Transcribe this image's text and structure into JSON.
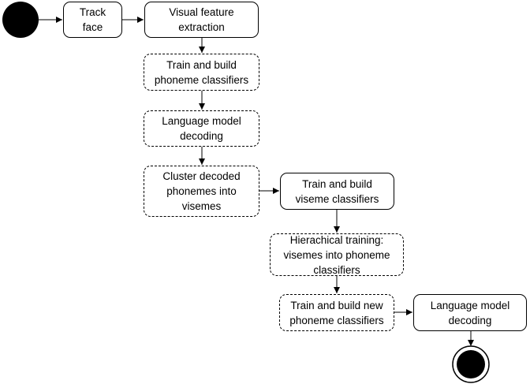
{
  "diagram": {
    "nodes": [
      {
        "id": "track_face",
        "lines": [
          "Track",
          "face"
        ],
        "style": "solid"
      },
      {
        "id": "visual_feature_extraction",
        "lines": [
          "Visual feature",
          "extraction"
        ],
        "style": "solid"
      },
      {
        "id": "train_phoneme_classifiers",
        "lines": [
          "Train and build",
          "phoneme classifiers"
        ],
        "style": "dashed"
      },
      {
        "id": "language_model_decoding_1",
        "lines": [
          "Language model",
          "decoding"
        ],
        "style": "dashed"
      },
      {
        "id": "cluster_phonemes",
        "lines": [
          "Cluster decoded",
          "phonemes into",
          "visemes"
        ],
        "style": "dashed"
      },
      {
        "id": "train_viseme_classifiers",
        "lines": [
          "Train and build",
          "viseme classifiers"
        ],
        "style": "solid"
      },
      {
        "id": "hierarchical_training",
        "lines": [
          "Hierachical training:",
          "visemes into phoneme",
          "classifiers"
        ],
        "style": "dashed"
      },
      {
        "id": "train_new_phoneme_classifiers",
        "lines": [
          "Train and build new",
          "phoneme classifiers"
        ],
        "style": "dashed"
      },
      {
        "id": "language_model_decoding_2",
        "lines": [
          "Language model",
          "decoding"
        ],
        "style": "solid"
      }
    ],
    "start_node": "start",
    "end_node": "end",
    "edges": [
      [
        "start",
        "track_face"
      ],
      [
        "track_face",
        "visual_feature_extraction"
      ],
      [
        "visual_feature_extraction",
        "train_phoneme_classifiers"
      ],
      [
        "train_phoneme_classifiers",
        "language_model_decoding_1"
      ],
      [
        "language_model_decoding_1",
        "cluster_phonemes"
      ],
      [
        "cluster_phonemes",
        "train_viseme_classifiers"
      ],
      [
        "train_viseme_classifiers",
        "hierarchical_training"
      ],
      [
        "hierarchical_training",
        "train_new_phoneme_classifiers"
      ],
      [
        "train_new_phoneme_classifiers",
        "language_model_decoding_2"
      ],
      [
        "language_model_decoding_2",
        "end"
      ]
    ],
    "colors": {
      "stroke": "#000000",
      "fill": "#ffffff",
      "terminal": "#000000"
    }
  }
}
